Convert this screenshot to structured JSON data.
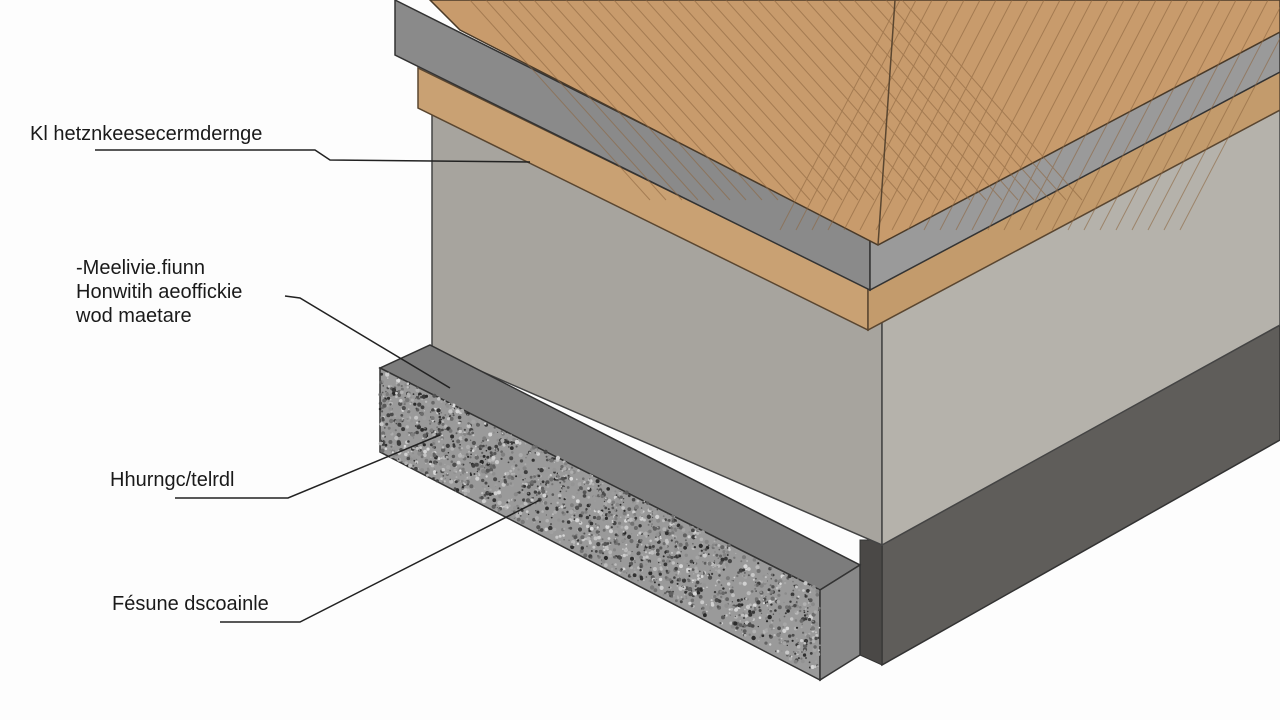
{
  "labels": [
    {
      "id": "label-1",
      "lines": [
        "Kl hetznkeesecermdernge"
      ]
    },
    {
      "id": "label-2",
      "lines": [
        "-Meelivie.fiunn",
        "Honwitih aeoffickie",
        "wod maetare"
      ]
    },
    {
      "id": "label-3",
      "lines": [
        "Hhurngc/telrdl"
      ]
    },
    {
      "id": "label-4",
      "lines": [
        "Fésune dscoainle"
      ]
    }
  ],
  "colors": {
    "wall_left": "#a7a49e",
    "wall_right": "#b5b2ab",
    "base": "#5f5d5a",
    "fascia": "#c9a173",
    "gutter": "#8a8a8a",
    "roof": "#c89b6c",
    "gravel": "#8e8e8e"
  }
}
